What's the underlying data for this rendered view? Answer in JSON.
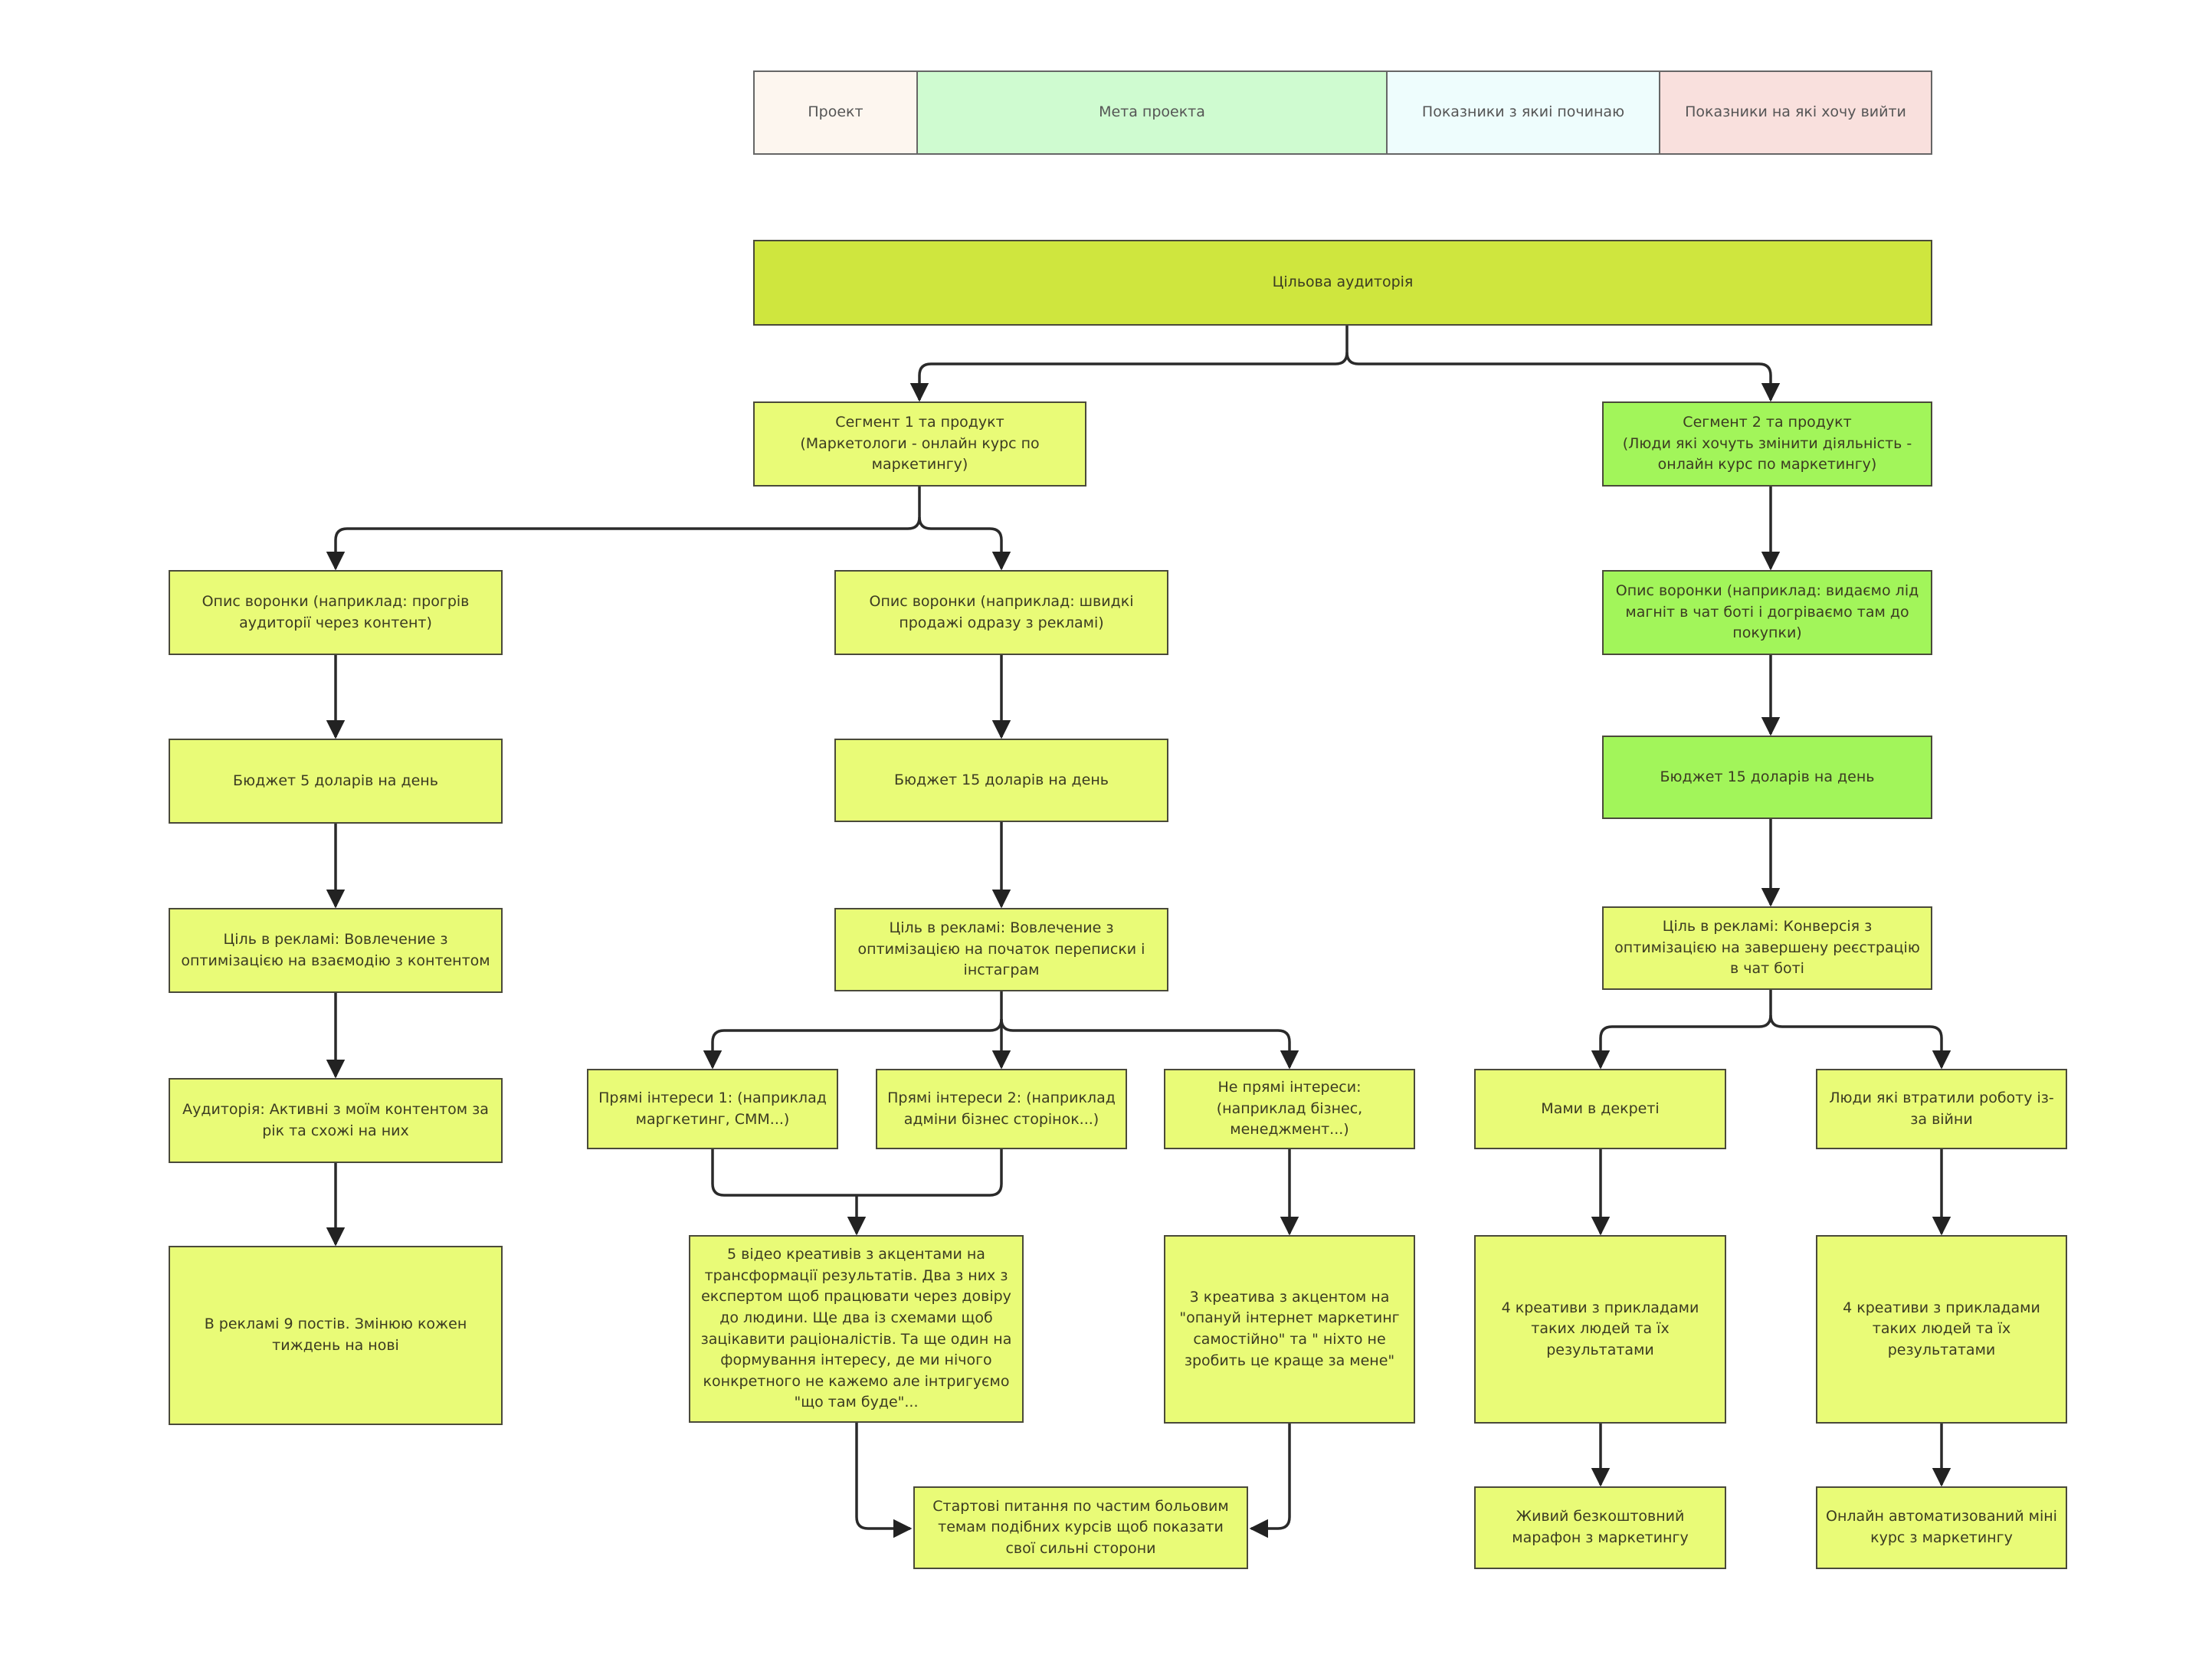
{
  "header": {
    "project": "Проект",
    "goal": "Мета проекта",
    "start_metrics": "Показники з якиі починаю",
    "target_metrics": "Показники на які хочу вийти",
    "colors": {
      "project": "#fdf6ef",
      "goal": "#cffbd0",
      "start": "#eefdfd",
      "target": "#f9e0dd"
    }
  },
  "audience": "Цільова аудиторія",
  "segment1": {
    "title": "Сегмент 1 та продукт\n(Маркетологи - онлайн курс по маркетингу)",
    "funnel_a": {
      "funnel": "Опис воронки (наприклад: прогрів аудиторії через контент)",
      "budget": "Бюджет 5 доларів на день",
      "goal": "Ціль в рекламі: Вовлечение з оптимізацією на взаємодію з контентом",
      "audience": "Аудиторія: Активні з моїм контентом за рік та схожі на них",
      "ads": "В рекламі 9 постів. Змінюю кожен тиждень на нові"
    },
    "funnel_b": {
      "funnel": "Опис воронки (наприклад: швидкі продажі одразу з рекламі)",
      "budget": "Бюджет 15 доларів на день",
      "goal": "Ціль в рекламі: Вовлечение з оптимізацією на початок переписки і інстаграм",
      "interest1": "Прямі інтереси 1: (наприклад маргкетинг, СММ...)",
      "interest2": "Прямі інтереси 2: (наприклад адміни бізнес сторінок...)",
      "interest3": "Не прямі інтереси: (наприклад бізнес, менеджмент...)",
      "creatives_a": "5 відео креативів з акцентами на трансформації результатів. Два з них з експертом щоб працювати через довіру до людини. Ще два із схемами щоб зацікавити раціоналістів. Та ще один на формування інтересу, де ми нічого конкретного не кажемо але інтригуємо \"що там буде\"...",
      "creatives_b": "3 креатива з акцентом на \"опануй інтернет маркетинг самостійно\" та \" ніхто не зробить це краще за мене\"",
      "result": "Стартові питання по частим больовим темам подібних курсів щоб показати свої сильні сторони"
    }
  },
  "segment2": {
    "title": "Сегмент 2 та продукт\n(Люди які хочуть змінити діяльність - онлайн курс по маркетингу)",
    "funnel": "Опис воронки (наприклад: видаємо лід магніт в чат боті і догріваємо там до покупки)",
    "budget": "Бюджет 15 доларів на день",
    "goal": "Ціль в рекламі: Конверсія з оптимізацією на завершену реєстрацію в чат боті",
    "branch_a": {
      "audience": "Мами в декреті",
      "creatives": "4 креативи з прикладами таких людей та їх результатами",
      "product": "Живий безкоштовний марафон з маркетингу"
    },
    "branch_b": {
      "audience": "Люди які втратили роботу із-за війни",
      "creatives": "4 креативи з прикладами таких людей та їх результатами",
      "product": "Онлайн автоматизований міні курс з маркетингу"
    }
  },
  "colors": {
    "yellow": "#e9fb77",
    "green": "#a2f55a",
    "audience": "#cfe63e",
    "border": "#4a4a3a"
  }
}
